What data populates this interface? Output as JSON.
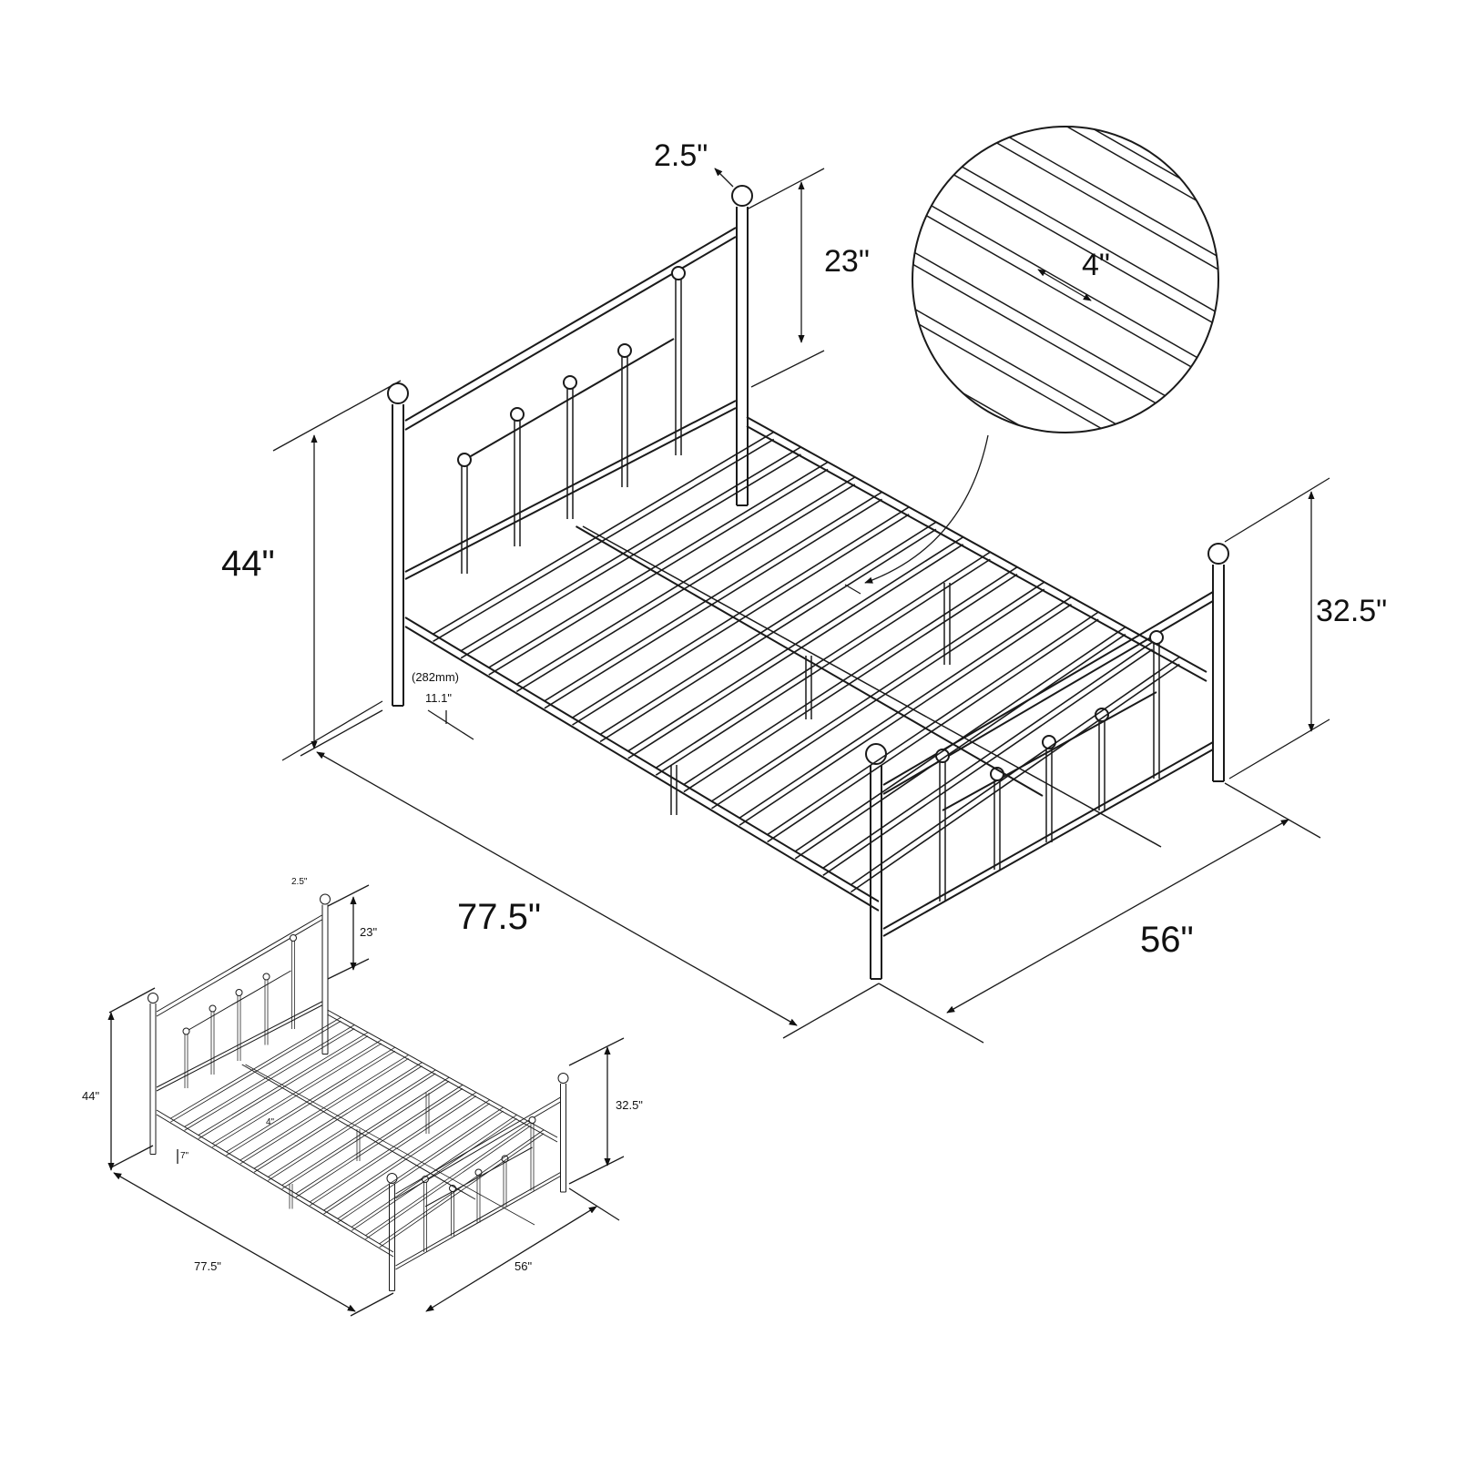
{
  "main_diagram": {
    "knob_diameter": "2.5\"",
    "headboard_above_mattress": "23\"",
    "slat_spacing": "4\"",
    "headboard_height": "44\"",
    "footboard_height": "32.5\"",
    "length": "77.5\"",
    "width": "56\"",
    "clearance_mm": "(282mm)",
    "clearance_in": "11.1\""
  },
  "small_diagram": {
    "knob_diameter": "2.5\"",
    "headboard_above_mattress": "23\"",
    "slat_spacing": "4\"",
    "headboard_height": "44\"",
    "footboard_height": "32.5\"",
    "length": "77.5\"",
    "width": "56\"",
    "clearance_in": "7\""
  },
  "colors": {
    "line": "#1a1a1a",
    "background": "#ffffff"
  }
}
